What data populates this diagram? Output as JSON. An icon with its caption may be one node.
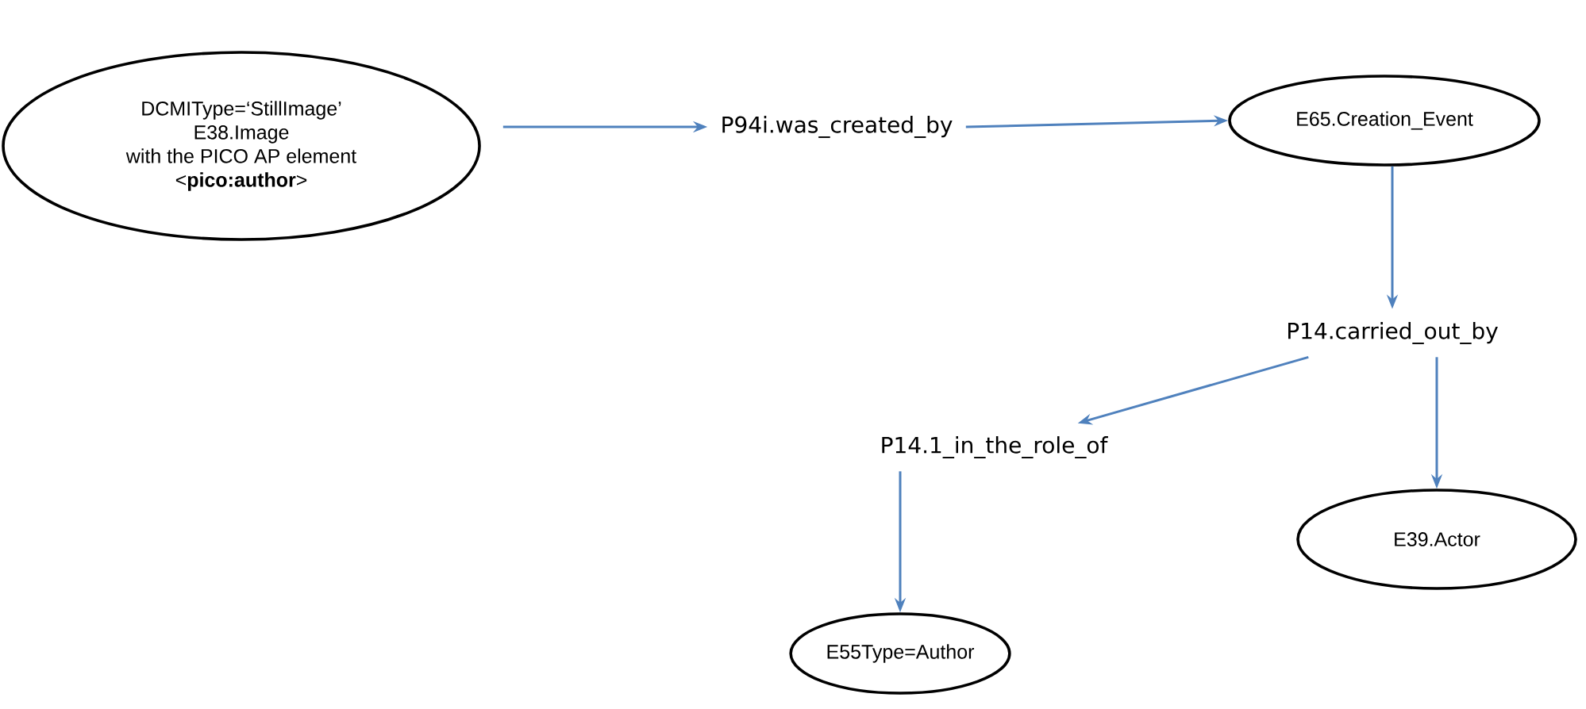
{
  "diagram": {
    "nodes": [
      {
        "text": [
          "DCMIType=‘StillImage’",
          "E38.Image",
          "with the PICO AP element",
          "<**pico:author**>"
        ]
      },
      {
        "text": [
          "P94i.was_created_by"
        ]
      },
      {
        "text": [
          "E65.Creation_Event"
        ]
      },
      {
        "text": [
          "P14.carried_out_by"
        ]
      },
      {
        "text": [
          "P14.1_in_the_role_of"
        ]
      },
      {
        "text": [
          "E39.Actor"
        ]
      },
      {
        "text": [
          "E55Type=Author"
        ]
      }
    ],
    "edges": [
      {
        "from": 0,
        "to": 1,
        "arrow": "to"
      },
      {
        "from": 1,
        "to": 2,
        "arrow": "to"
      },
      {
        "from": 2,
        "to": 3,
        "arrow": "to"
      },
      {
        "from": 3,
        "to": 4,
        "arrow": "to"
      },
      {
        "from": 3,
        "to": 5,
        "arrow": "to"
      },
      {
        "from": 4,
        "to": 6,
        "arrow": "to"
      }
    ]
  }
}
